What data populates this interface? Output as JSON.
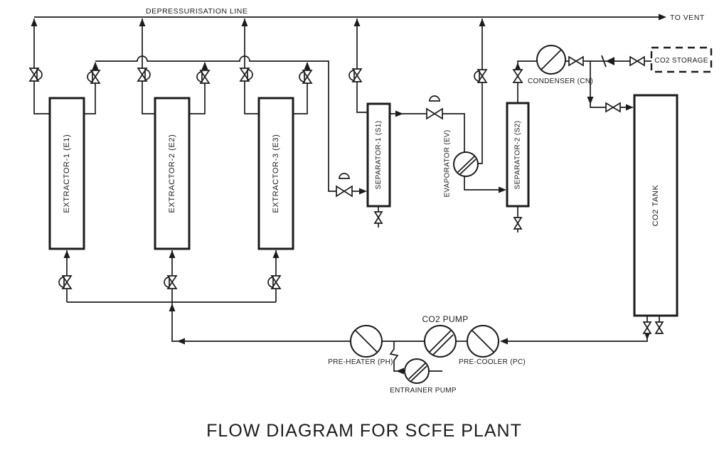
{
  "diagram": {
    "title": "FLOW DIAGRAM FOR SCFE PLANT",
    "top_line_label": "DEPRESSURISATION LINE",
    "vent_label": "TO VENT",
    "equipment": {
      "extractor_1": "EXTRACTOR-1 (E1)",
      "extractor_2": "EXTRACTOR-2 (E2)",
      "extractor_3": "EXTRACTOR-3 (E3)",
      "separator_1": "SEPARATOR-1 (S1)",
      "separator_2": "SEPARATOR-2 (S2)",
      "evaporator": "EVAPORATOR (EV)",
      "condenser": "CONDENSER (CN)",
      "co2_storage": "CO2 STORAGE",
      "co2_tank": "CO2 TANK",
      "co2_pump": "CO2 PUMP",
      "pre_heater": "PRE-HEATER (PH)",
      "pre_cooler": "PRE-COOLER (PC)",
      "entrainer_pump": "ENTRAINER PUMP"
    },
    "colors": {
      "ink": "#1c1c1c",
      "background": "#ffffff"
    }
  }
}
